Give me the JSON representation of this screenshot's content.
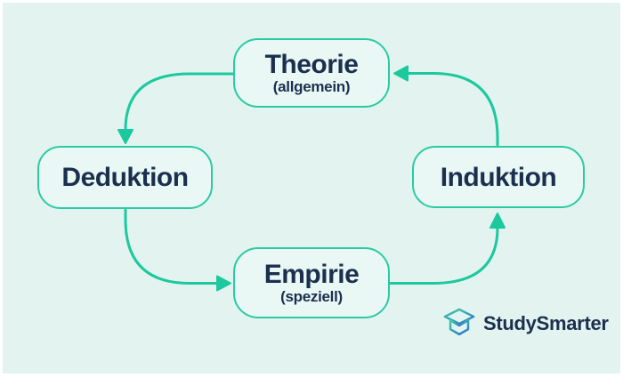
{
  "colors": {
    "background": "#e3f4f0",
    "arrow_teal": "#1cc99e",
    "box_border_teal": "#2bcaa4",
    "box_fill": "#eaf8f5",
    "text_navy": "#1b304e",
    "logo_gradient_top": "#3fd0a4",
    "logo_gradient_bottom": "#2f7ec6"
  },
  "diagram": {
    "type": "cycle",
    "nodes": [
      {
        "id": "theorie",
        "title": "Theorie",
        "subtitle": "(allgemein)",
        "position": "top"
      },
      {
        "id": "deduktion",
        "title": "Deduktion",
        "subtitle": "",
        "position": "left"
      },
      {
        "id": "empirie",
        "title": "Empirie",
        "subtitle": "(speziell)",
        "position": "bottom"
      },
      {
        "id": "induktion",
        "title": "Induktion",
        "subtitle": "",
        "position": "right"
      }
    ],
    "edges": [
      {
        "from": "Theorie",
        "to": "Deduktion"
      },
      {
        "from": "Deduktion",
        "to": "Empirie"
      },
      {
        "from": "Empirie",
        "to": "Induktion"
      },
      {
        "from": "Induktion",
        "to": "Theorie"
      }
    ]
  },
  "logo": {
    "text": "StudySmarter",
    "icon": "open-box-logo-icon"
  }
}
